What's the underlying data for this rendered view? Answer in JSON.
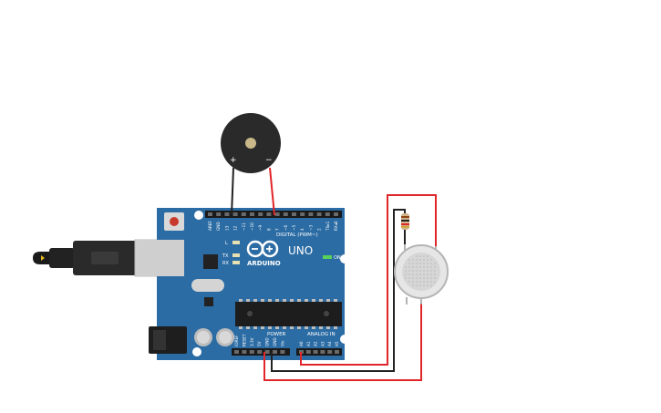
{
  "board": {
    "brand": "ARDUINO",
    "model": "UNO",
    "on_label": "ON",
    "digital_label": "DIGITAL (PWM~)",
    "power_label": "POWER",
    "analog_label": "ANALOG IN",
    "led_l": "L",
    "led_tx": "TX",
    "led_rx": "RX",
    "digital_pins": [
      "AREF",
      "GND",
      "13",
      "12",
      "~11",
      "~10",
      "~9",
      "8",
      "7",
      "~6",
      "~5",
      "4",
      "~3",
      "2",
      "TX▸1",
      "RX◂0"
    ],
    "power_pins": [
      "IOREF",
      "RESET",
      "3.3V",
      "5V",
      "GND",
      "GND",
      "Vin"
    ],
    "analog_pins": [
      "A0",
      "A1",
      "A2",
      "A3",
      "A4",
      "A5"
    ]
  },
  "buzzer": {
    "plus_label": "+",
    "minus_label": "−"
  },
  "colors": {
    "board": "#2c6ca4",
    "wire_red": "#e1262a",
    "wire_black": "#222222",
    "sensor_body": "#e6e6e6",
    "buzzer_body": "#2a2a2a"
  }
}
